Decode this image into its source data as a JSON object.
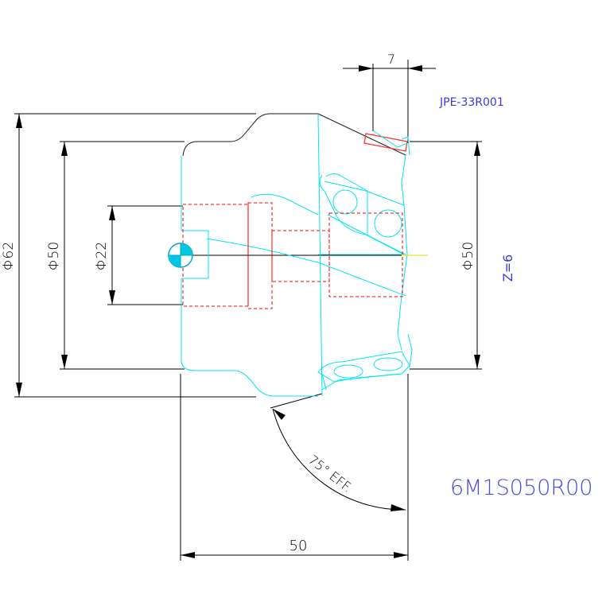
{
  "dimensions": {
    "phi62": "Φ62",
    "phi50_left": "Φ50",
    "phi22": "Φ22",
    "phi50_right": "Φ50",
    "width_7": "7",
    "length_50": "50",
    "angle": "75° EFF."
  },
  "labels": {
    "insert_code": "JPE-33R001",
    "teeth": "Z=6",
    "part_number": "6M1S050R00"
  },
  "colors": {
    "dimension": "#000000",
    "outline": "#00e5f0",
    "hidden": "#ff0000",
    "label": "#3a3adc",
    "centerline": "#e0e000"
  }
}
